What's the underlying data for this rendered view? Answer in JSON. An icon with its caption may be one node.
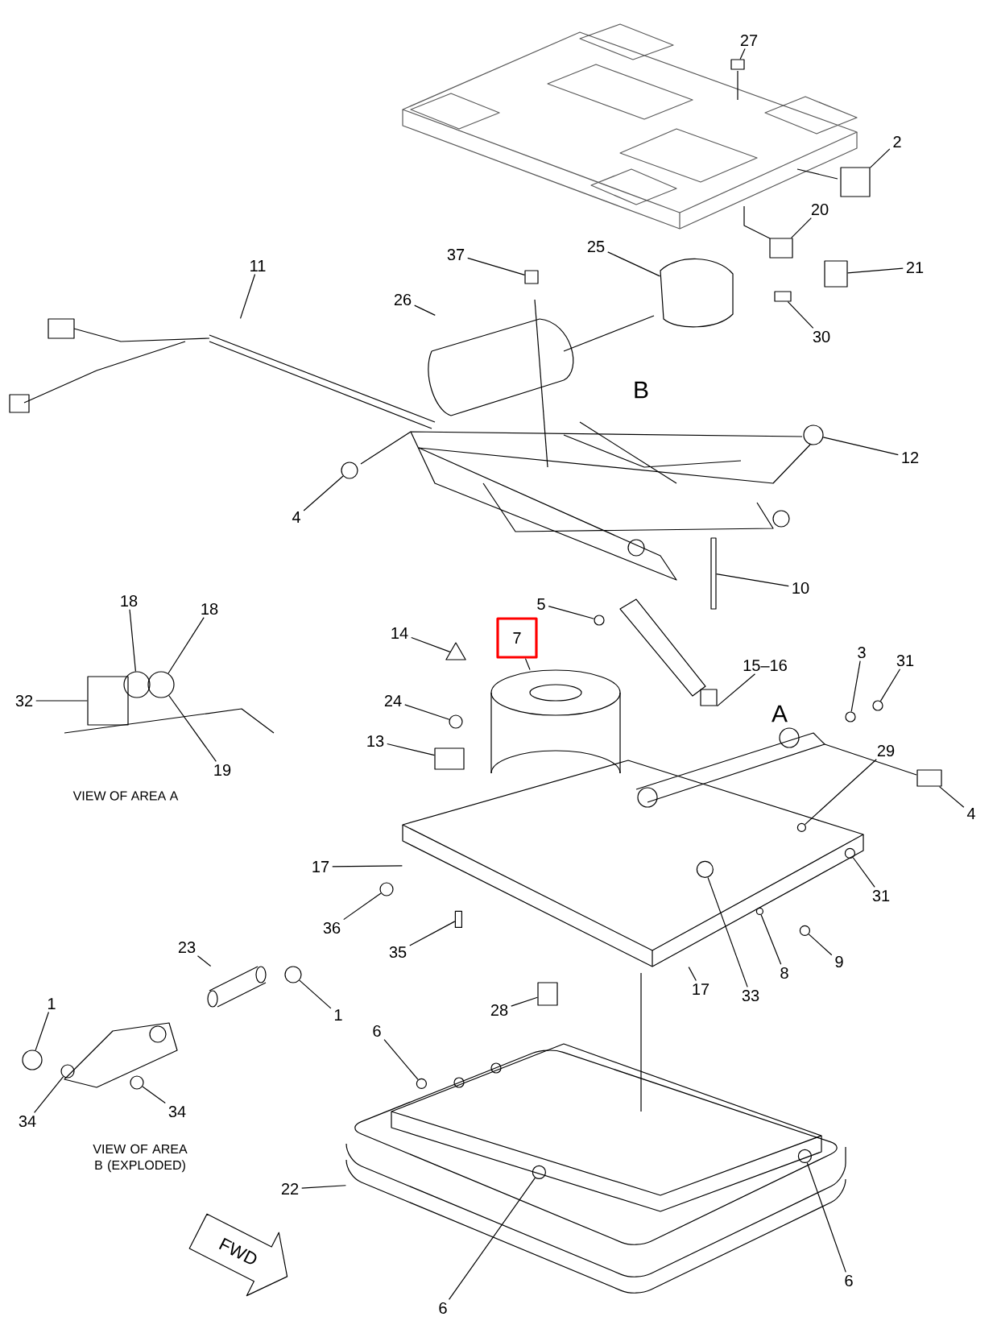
{
  "diagram": {
    "nodes": [
      {
        "text": [
          "27"
        ]
      },
      {
        "text": [
          "2"
        ]
      },
      {
        "text": [
          "20"
        ]
      },
      {
        "text": [
          "21"
        ]
      },
      {
        "text": [
          "30"
        ]
      },
      {
        "text": [
          "37"
        ]
      },
      {
        "text": [
          "25"
        ]
      },
      {
        "text": [
          "11"
        ]
      },
      {
        "text": [
          "26"
        ]
      },
      {
        "text": [
          "12"
        ]
      },
      {
        "text": [
          "4"
        ]
      },
      {
        "text": [
          "10"
        ]
      },
      {
        "text": [
          "5"
        ]
      },
      {
        "text": [
          "14"
        ]
      },
      {
        "text": [
          "7"
        ]
      },
      {
        "text": [
          "15–16"
        ]
      },
      {
        "text": [
          "3"
        ]
      },
      {
        "text": [
          "31"
        ]
      },
      {
        "text": [
          "24"
        ]
      },
      {
        "text": [
          "13"
        ]
      },
      {
        "text": [
          "4"
        ]
      },
      {
        "text": [
          "29"
        ]
      },
      {
        "text": [
          "17"
        ]
      },
      {
        "text": [
          "31"
        ]
      },
      {
        "text": [
          "36"
        ]
      },
      {
        "text": [
          "35"
        ]
      },
      {
        "text": [
          "8"
        ]
      },
      {
        "text": [
          "9"
        ]
      },
      {
        "text": [
          "28"
        ]
      },
      {
        "text": [
          "17"
        ]
      },
      {
        "text": [
          "33"
        ]
      },
      {
        "text": [
          "23"
        ]
      },
      {
        "text": [
          "1"
        ]
      },
      {
        "text": [
          "1"
        ]
      },
      {
        "text": [
          "34"
        ]
      },
      {
        "text": [
          "34"
        ]
      },
      {
        "text": [
          "32"
        ]
      },
      {
        "text": [
          "18"
        ]
      },
      {
        "text": [
          "18"
        ]
      },
      {
        "text": [
          "19"
        ]
      },
      {
        "text": [
          "6"
        ]
      },
      {
        "text": [
          "22"
        ]
      },
      {
        "text": [
          "6"
        ]
      },
      {
        "text": [
          "6"
        ]
      },
      {
        "text": [],
        "shape": "box"
      },
      {
        "text": [],
        "shape": "box"
      },
      {
        "text": [],
        "shape": "box"
      },
      {
        "text": [],
        "shape": "box"
      },
      {
        "text": [],
        "shape": "box"
      },
      {
        "text": [],
        "shape": "box"
      },
      {
        "text": [],
        "shape": "picture"
      },
      {
        "text": [],
        "shape": "picture"
      },
      {
        "text": [],
        "shape": "picture"
      },
      {
        "text": [],
        "shape": "circle"
      },
      {
        "text": [],
        "shape": "circle"
      },
      {
        "text": [],
        "shape": "box"
      },
      {
        "text": [],
        "shape": "circle"
      },
      {
        "text": [],
        "shape": "triangle"
      },
      {
        "text": [],
        "shape": "picture"
      },
      {
        "text": [],
        "shape": "picture"
      },
      {
        "text": [],
        "shape": "circle"
      },
      {
        "text": [],
        "shape": "circle"
      },
      {
        "text": [],
        "shape": "circle"
      },
      {
        "text": [],
        "shape": "box"
      },
      {
        "text": [],
        "shape": "box"
      },
      {
        "text": [],
        "shape": "circle",
        "in": 66
      },
      {
        "text": [],
        "shape": "picture"
      },
      {
        "text": [],
        "shape": "circle",
        "in": 66
      },
      {
        "text": [],
        "shape": "circle"
      },
      {
        "text": [],
        "shape": "box",
        "in": 66
      },
      {
        "text": [],
        "shape": "circle",
        "in": 66
      },
      {
        "text": [],
        "shape": "circle",
        "in": 66
      },
      {
        "text": [],
        "shape": "box"
      },
      {
        "text": [],
        "shape": "circle",
        "in": 66
      },
      {
        "text": [],
        "shape": "picture"
      },
      {
        "text": [],
        "shape": "circle"
      },
      {
        "text": [],
        "shape": "circle"
      },
      {
        "text": [],
        "shape": "circle"
      },
      {
        "text": [],
        "shape": "circle"
      },
      {
        "text": [],
        "shape": "box"
      },
      {
        "text": [],
        "shape": "circle"
      },
      {
        "text": [],
        "shape": "circle"
      },
      {
        "text": [],
        "shape": "circle",
        "in": 83
      },
      {
        "text": [],
        "shape": "picture"
      },
      {
        "text": [],
        "shape": "circle",
        "in": 83
      },
      {
        "text": [],
        "shape": "circle",
        "in": 83
      }
    ],
    "edges": [
      {
        "from": 0,
        "to": 44,
        "arrow": "none"
      },
      {
        "from": 1,
        "to": 45,
        "arrow": "none"
      },
      {
        "from": 2,
        "to": 46,
        "arrow": "none"
      },
      {
        "from": 3,
        "to": 47,
        "arrow": "none"
      },
      {
        "from": 4,
        "to": 48,
        "arrow": "none"
      },
      {
        "from": 5,
        "to": 49,
        "arrow": "none"
      },
      {
        "from": 6,
        "to": 50,
        "arrow": "none"
      },
      {
        "from": 7,
        "to": 51,
        "arrow": "none"
      },
      {
        "from": 8,
        "to": 52,
        "arrow": "none"
      },
      {
        "from": 9,
        "to": 53,
        "arrow": "none"
      },
      {
        "from": 10,
        "to": 54,
        "arrow": "none"
      },
      {
        "from": 11,
        "to": 55,
        "arrow": "none"
      },
      {
        "from": 12,
        "to": 56,
        "arrow": "none"
      },
      {
        "from": 13,
        "to": 57,
        "arrow": "none"
      },
      {
        "from": 14,
        "to": 58,
        "arrow": "none"
      },
      {
        "from": 15,
        "to": 59,
        "arrow": "none"
      },
      {
        "from": 16,
        "to": 60,
        "arrow": "none"
      },
      {
        "from": 17,
        "to": 61,
        "arrow": "none"
      },
      {
        "from": 18,
        "to": 62,
        "arrow": "none"
      },
      {
        "from": 19,
        "to": 63,
        "arrow": "none"
      },
      {
        "from": 20,
        "to": 64,
        "arrow": "none"
      },
      {
        "from": 21,
        "to": 65,
        "arrow": "none"
      },
      {
        "from": 22,
        "to": 66,
        "arrow": "none"
      },
      {
        "from": 23,
        "to": 67,
        "arrow": "none"
      },
      {
        "from": 24,
        "to": 68,
        "arrow": "none"
      },
      {
        "from": 25,
        "to": 69,
        "arrow": "none"
      },
      {
        "from": 26,
        "to": 70,
        "arrow": "none"
      },
      {
        "from": 27,
        "to": 71,
        "arrow": "none"
      },
      {
        "from": 28,
        "to": 72,
        "arrow": "none"
      },
      {
        "from": 29,
        "to": 66,
        "arrow": "none"
      },
      {
        "from": 30,
        "to": 73,
        "arrow": "none"
      },
      {
        "from": 31,
        "to": 74,
        "arrow": "none"
      },
      {
        "from": 32,
        "to": 75,
        "arrow": "none"
      },
      {
        "from": 33,
        "to": 76,
        "arrow": "none"
      },
      {
        "from": 34,
        "to": 77,
        "arrow": "none"
      },
      {
        "from": 35,
        "to": 78,
        "arrow": "none"
      },
      {
        "from": 36,
        "to": 79,
        "arrow": "none"
      },
      {
        "from": 37,
        "to": 80,
        "arrow": "none"
      },
      {
        "from": 38,
        "to": 81,
        "arrow": "none"
      },
      {
        "from": 39,
        "to": 81,
        "arrow": "none"
      },
      {
        "from": 40,
        "to": 82,
        "arrow": "none"
      },
      {
        "from": 41,
        "to": 83,
        "arrow": "none"
      },
      {
        "from": 42,
        "to": 84,
        "arrow": "none"
      },
      {
        "from": 43,
        "to": 85,
        "arrow": "none"
      }
    ],
    "labels": [
      "B",
      "A",
      "VIEW OF AREA A",
      "VIEW OF AREA B (EXPLODED)",
      "FWD"
    ]
  }
}
